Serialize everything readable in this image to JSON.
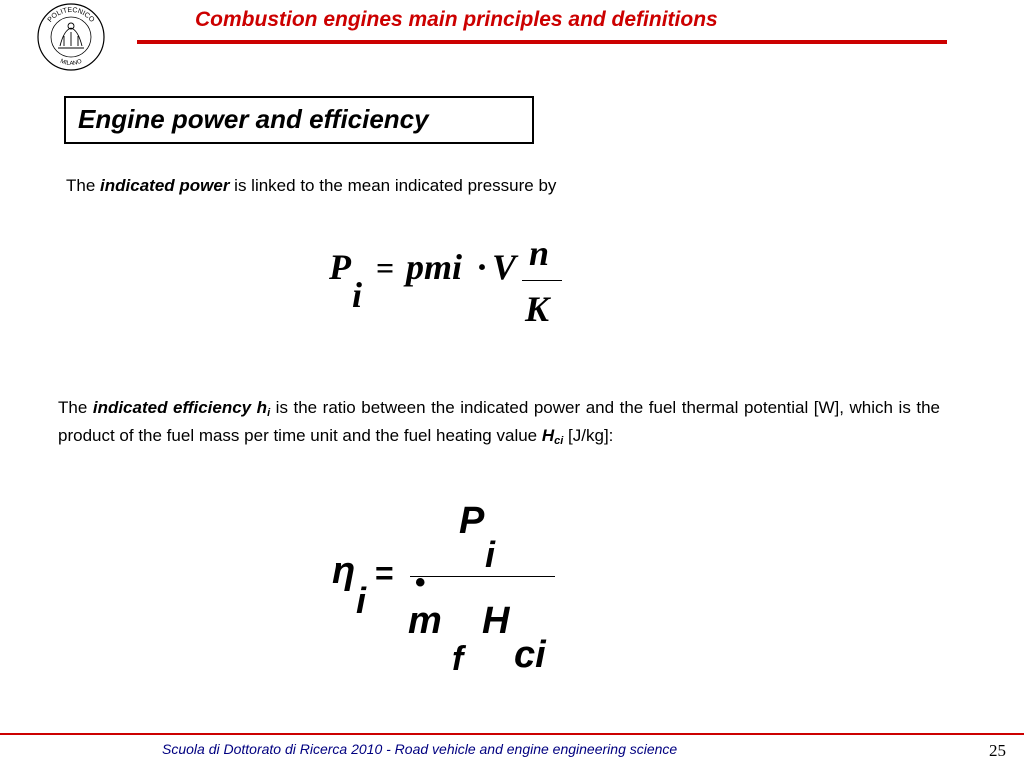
{
  "header": {
    "title": "Combustion engines main principles and definitions",
    "logo_text_top": "POLITECNICO",
    "logo_text_bottom": "MILANO",
    "accent_color": "#cc0000"
  },
  "section": {
    "title": "Engine power and efficiency"
  },
  "para1": {
    "prefix": "The ",
    "term": "indicated power",
    "suffix": " is linked to the mean indicated pressure by"
  },
  "formula1": {
    "P": "P",
    "i": "i",
    "eq": "=",
    "pmi": "pmi",
    "dot": "·",
    "V": "V",
    "numerator": "n",
    "denominator": "K"
  },
  "para2": {
    "prefix": "The ",
    "term": "indicated efficiency h",
    "term_sub": "i",
    "middle": " is the ratio between the indicated power and the fuel thermal potential [W], which is the product of the fuel mass per time unit and the fuel heating value ",
    "H": "H",
    "H_sub": "ci",
    "suffix": " [J/kg]:"
  },
  "formula2": {
    "eta": "η",
    "eta_sub": "i",
    "eq": "=",
    "P": "P",
    "P_sub": "i",
    "dot": "•",
    "m": "m",
    "m_sub": "f",
    "H": "H",
    "H_sub": "ci"
  },
  "footer": {
    "text": "Scuola di Dottorato di Ricerca 2010 -  Road vehicle and engine  engineering science",
    "page_number": "25",
    "text_color": "#000080"
  }
}
